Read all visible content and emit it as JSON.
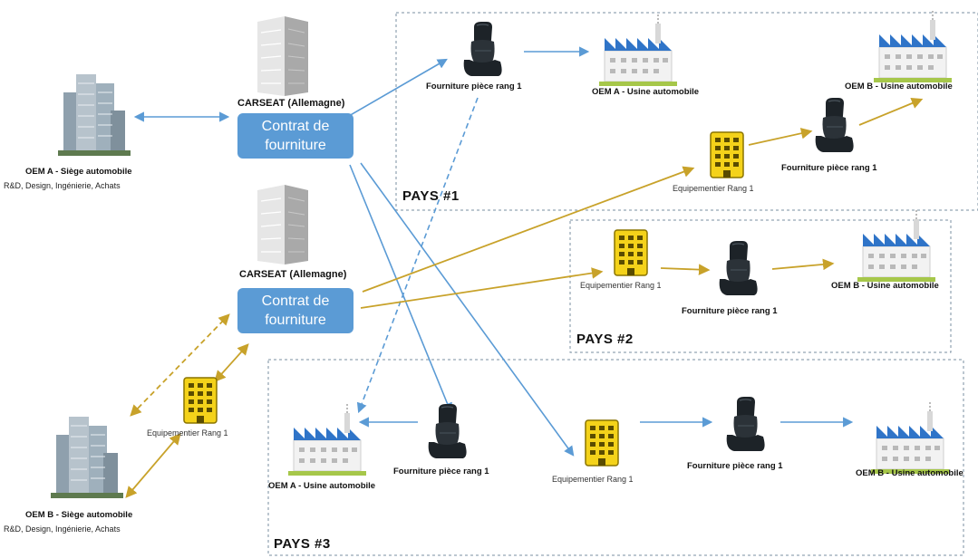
{
  "colors": {
    "blue_arrow": "#5b9bd5",
    "gold_arrow": "#c8a22a",
    "contract_box": "#5b9bd5",
    "country_border": "#7a8fa0",
    "supplier_building": "#f4d21a",
    "factory_roof": "#2f74c8",
    "seat": "#1d2328"
  },
  "icons": {
    "headquarters": "skyscraper-icon",
    "carseat_hq": "office-tower-icon",
    "supplier": "yellow-building-icon",
    "seat": "car-seat-icon",
    "factory": "factory-icon"
  },
  "hq": {
    "oem_a_title": "OEM A - Siège automobile",
    "oem_a_sub": "R&D, Design, Ingénierie, Achats",
    "oem_b_title": "OEM B - Siège automobile",
    "oem_b_sub": "R&D, Design, Ingénierie, Achats"
  },
  "carseat": {
    "top_label": "CARSEAT (Allemagne)",
    "bottom_label": "CARSEAT (Allemagne)",
    "contract_line1": "Contrat de",
    "contract_line2": "fourniture"
  },
  "countries": {
    "pays1": "PAYS #1",
    "pays2": "PAYS #2",
    "pays3": "PAYS #3"
  },
  "labels": {
    "p1_seat": "Fourniture pièce rang 1",
    "p1_factory_a": "OEM A - Usine automobile",
    "p1_factory_b": "OEM B - Usine automobile",
    "p1_seat_b": "Fourniture pièce rang 1",
    "p1_supplier": "Equipementier Rang 1",
    "p2_supplier": "Equipementier Rang 1",
    "p2_seat": "Fourniture pièce rang 1",
    "p2_factory_b": "OEM B - Usine automobile",
    "left_supplier": "Equipementier Rang 1",
    "p3_factory_a": "OEM A - Usine automobile",
    "p3_seat_a": "Fourniture pièce rang 1",
    "p3_supplier": "Equipementier Rang 1",
    "p3_seat_b": "Fourniture pièce rang 1",
    "p3_factory_b": "OEM B - Usine automobile"
  }
}
